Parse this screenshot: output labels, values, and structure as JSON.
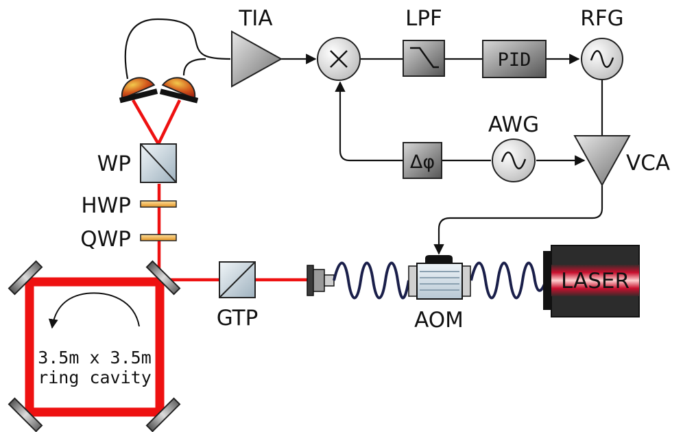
{
  "labels": {
    "tia": "TIA",
    "lpf": "LPF",
    "rfg": "RFG",
    "pid": "PID",
    "awg": "AWG",
    "phase": "Δφ",
    "vca": "VCA",
    "wp": "WP",
    "hwp": "HWP",
    "qwp": "QWP",
    "gtp": "GTP",
    "aom": "AOM",
    "laser": "LASER",
    "cavity_line1": "3.5m x 3.5m",
    "cavity_line2": "ring cavity"
  },
  "colors": {
    "beam": "#ee1111",
    "wire": "#111111",
    "laser_glow": "#c8102e",
    "detector": "#d9641a"
  }
}
